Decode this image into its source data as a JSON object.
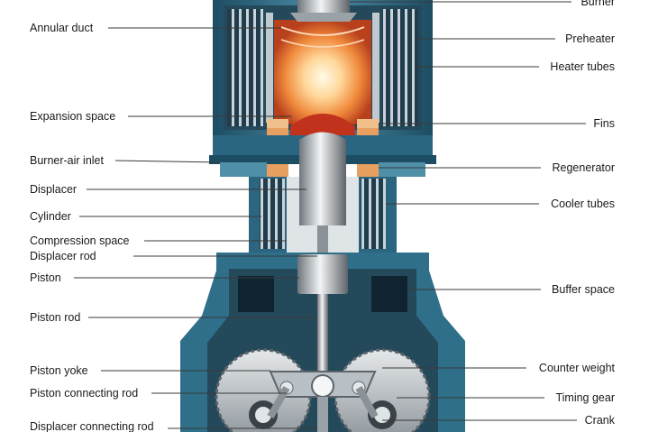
{
  "diagram": {
    "colors": {
      "housing": "#2f6f8a",
      "housing_dark": "#1d4d63",
      "housing_light": "#5b9fb8",
      "hot": "#e8742e",
      "flame": "#fff2c8",
      "metal": "#c9ced2",
      "metal_dark": "#6f767c",
      "leader": "#3a3a3a"
    },
    "labels_left": [
      {
        "id": "annular-duct",
        "text": "Annular duct"
      },
      {
        "id": "expansion-space",
        "text": "Expansion space"
      },
      {
        "id": "burner-air-inlet",
        "text": "Burner-air inlet"
      },
      {
        "id": "displacer",
        "text": "Displacer"
      },
      {
        "id": "cylinder",
        "text": "Cylinder"
      },
      {
        "id": "compression-space",
        "text": "Compression space"
      },
      {
        "id": "displacer-rod",
        "text": "Displacer rod"
      },
      {
        "id": "piston",
        "text": "Piston"
      },
      {
        "id": "piston-rod",
        "text": "Piston rod"
      },
      {
        "id": "piston-yoke",
        "text": "Piston yoke"
      },
      {
        "id": "piston-connecting-rod",
        "text": "Piston connecting rod"
      },
      {
        "id": "displacer-connecting-rod",
        "text": "Displacer connecting rod"
      }
    ],
    "labels_right": [
      {
        "id": "burner",
        "text": "Burner"
      },
      {
        "id": "preheater",
        "text": "Preheater"
      },
      {
        "id": "heater-tubes",
        "text": "Heater tubes"
      },
      {
        "id": "fins",
        "text": "Fins"
      },
      {
        "id": "regenerator",
        "text": "Regenerator"
      },
      {
        "id": "cooler-tubes",
        "text": "Cooler tubes"
      },
      {
        "id": "buffer-space",
        "text": "Buffer space"
      },
      {
        "id": "counter-weight",
        "text": "Counter weight"
      },
      {
        "id": "timing-gear",
        "text": "Timing gear"
      },
      {
        "id": "crank",
        "text": "Crank"
      }
    ]
  }
}
